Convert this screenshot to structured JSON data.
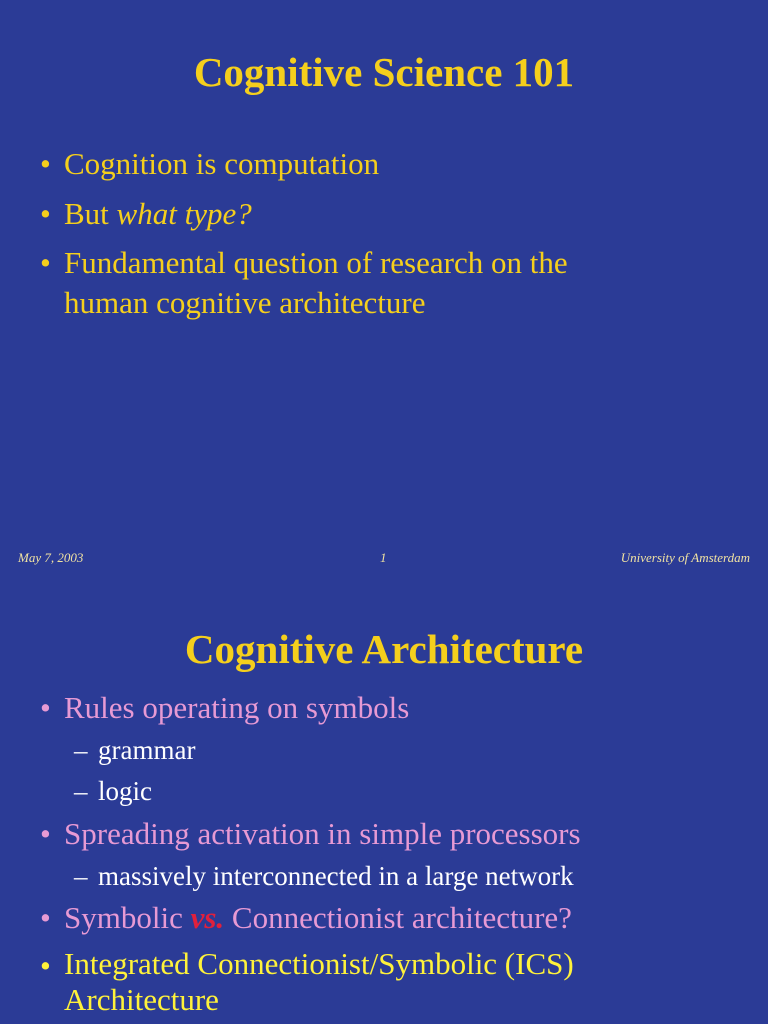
{
  "slide1": {
    "title": "Cognitive Science 101",
    "bullet_glyph": "•",
    "bullets": [
      {
        "text": "Cognition is computation"
      },
      {
        "prefix": "But ",
        "emphasis": "what type?"
      },
      {
        "line1": "Fundamental question of research on the",
        "line2": "human cognitive architecture"
      }
    ],
    "footer": {
      "date": "May 7, 2003",
      "page": "1",
      "org": "University of Amsterdam"
    }
  },
  "slide2": {
    "title": "Cognitive Architecture",
    "bullet_glyph": "•",
    "dash_glyph": "–",
    "bullets": [
      {
        "text": "Rules operating on symbols",
        "subs": [
          "grammar",
          "logic"
        ]
      },
      {
        "text": "Spreading activation in simple processors",
        "subs": [
          "massively interconnected in a large network"
        ]
      },
      {
        "before": "Symbolic ",
        "vs": "vs.",
        "after": " Connectionist architecture?"
      },
      {
        "line1": "Integrated Connectionist/Symbolic (ICS)",
        "line2": "Architecture"
      }
    ]
  },
  "colors": {
    "background": "#2b3b96",
    "title": "#f5cf1c",
    "bullet_yellow": "#f5cf1c",
    "bullet_pink": "#e79ad4",
    "sub_white": "#ffffff",
    "vs_red": "#e0203c"
  }
}
